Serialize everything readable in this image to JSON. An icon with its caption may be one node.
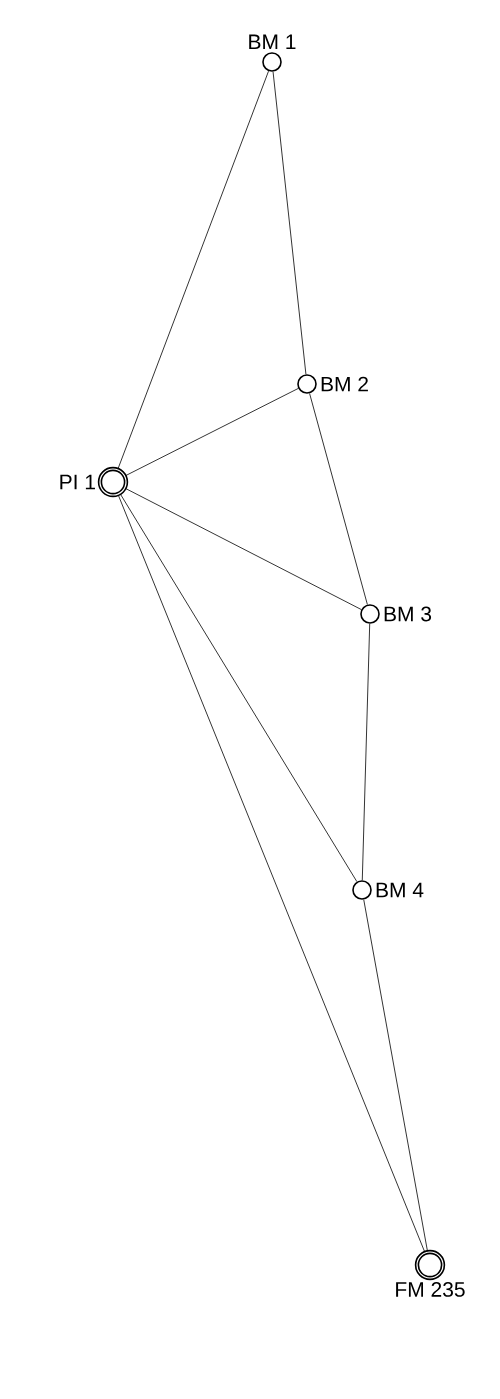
{
  "diagram": {
    "nodes": [
      {
        "text": [
          "BM 1"
        ]
      },
      {
        "text": [
          "BM 2"
        ]
      },
      {
        "text": [
          "PI 1"
        ]
      },
      {
        "text": [
          "BM 3"
        ]
      },
      {
        "text": [
          "BM 4"
        ]
      },
      {
        "text": [
          "FM 235"
        ]
      }
    ],
    "edges": [
      {
        "from": 2,
        "to": 0,
        "arrow": "none"
      },
      {
        "from": 0,
        "to": 1,
        "arrow": "none"
      },
      {
        "from": 2,
        "to": 1,
        "arrow": "none"
      },
      {
        "from": 1,
        "to": 3,
        "arrow": "none"
      },
      {
        "from": 2,
        "to": 3,
        "arrow": "none"
      },
      {
        "from": 3,
        "to": 4,
        "arrow": "none"
      },
      {
        "from": 2,
        "to": 4,
        "arrow": "none"
      },
      {
        "from": 4,
        "to": 5,
        "arrow": "none"
      },
      {
        "from": 2,
        "to": 5,
        "arrow": "none"
      }
    ]
  }
}
